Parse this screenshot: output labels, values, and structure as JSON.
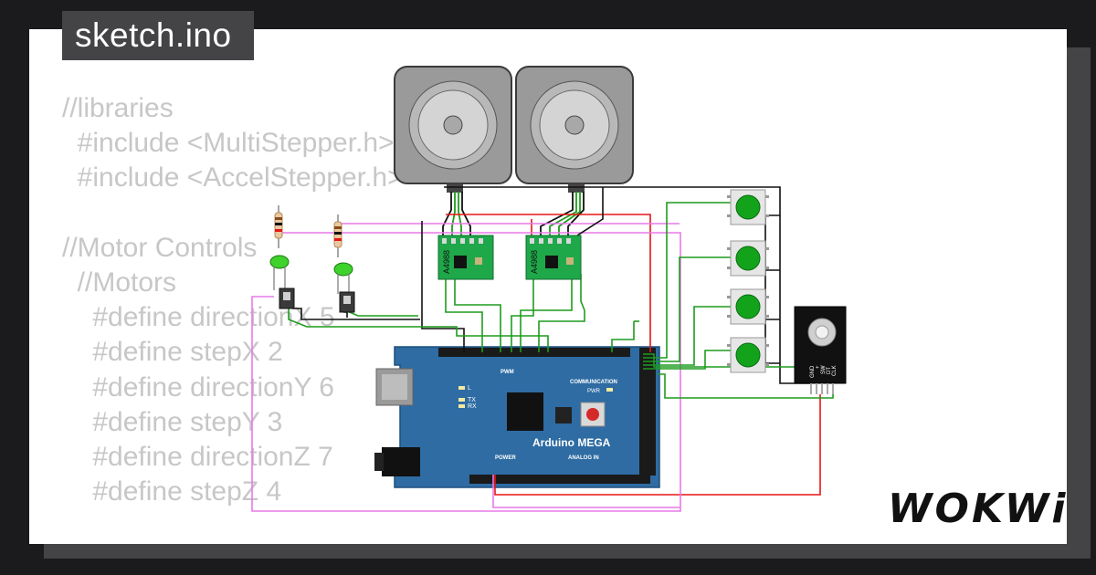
{
  "file_tab": "sketch.ino",
  "code_lines": [
    "//libraries",
    "  #include <MultiStepper.h>",
    "  #include <AccelStepper.h>",
    "",
    "//Motor Controls",
    "  //Motors",
    "    #define directionX 5",
    "    #define stepX 2",
    "    #define directionY 6",
    "    #define stepY 3",
    "    #define directionZ 7",
    "    #define stepZ 4"
  ],
  "board": {
    "name": "Arduino MEGA",
    "pwm_label": "PWM",
    "communication_label": "COMMUNICATION",
    "power_label": "POWER",
    "analog_label": "ANALOG IN",
    "pwr_label": "PWR",
    "led_l": "L",
    "led_tx": "TX",
    "led_rx": "RX"
  },
  "driver_label": "A4988",
  "encoder_pins": [
    "GND",
    "+",
    "SW",
    "DT",
    "CLK"
  ],
  "brand": "WOKWi",
  "colors": {
    "board": "#2e6ca3",
    "button": "#12a31b",
    "led": "#3fd12c",
    "driver": "#1fa84a",
    "wire_red": "#e81515",
    "wire_green": "#1d9c1d",
    "wire_pink": "#e879e8",
    "wire_black": "#111111"
  }
}
